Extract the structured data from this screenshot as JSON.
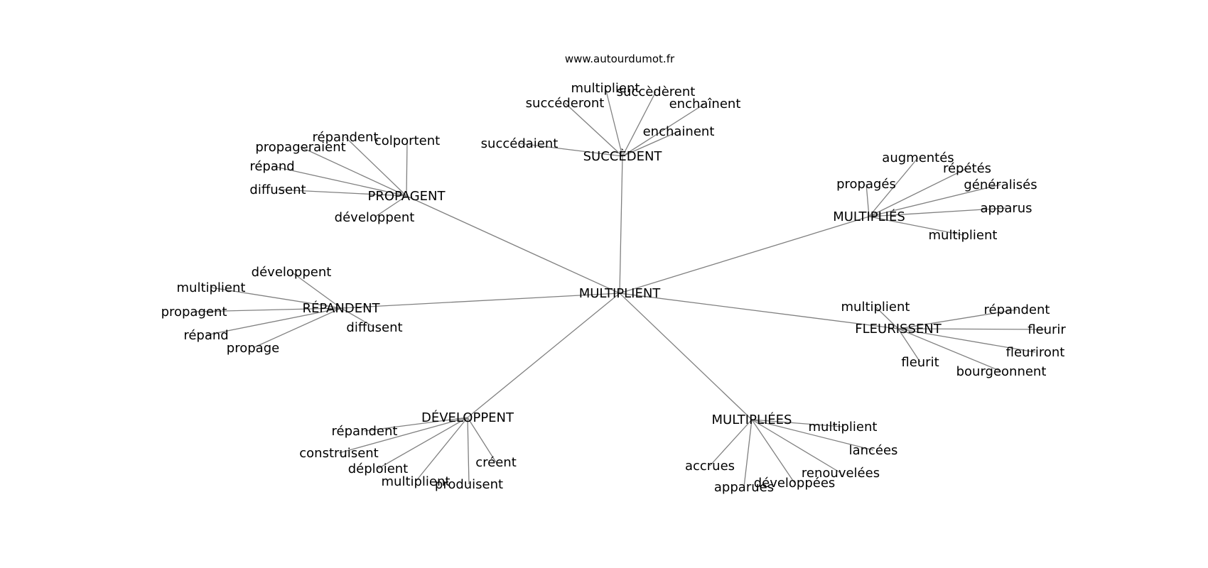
{
  "source": "www.autourdumot.fr",
  "center": "MULTIPLIENT",
  "hubs": [
    {
      "label": "SUCCÈDENT",
      "leaves": [
        "multiplient",
        "succèdèrent",
        "succéderont",
        "enchaînent",
        "succédaient",
        "enchainent"
      ]
    },
    {
      "label": "PROPAGENT",
      "leaves": [
        "répandent",
        "colportent",
        "propageraient",
        "répand",
        "diffusent",
        "développent"
      ]
    },
    {
      "label": "MULTIPLIÉS",
      "leaves": [
        "augmentés",
        "répétés",
        "propagés",
        "généralisés",
        "apparus",
        "multiplient"
      ]
    },
    {
      "label": "RÉPANDENT",
      "leaves": [
        "développent",
        "multiplient",
        "propagent",
        "diffusent",
        "répand",
        "propage"
      ]
    },
    {
      "label": "FLEURISSENT",
      "leaves": [
        "multiplient",
        "répandent",
        "fleurir",
        "fleuriront",
        "fleurit",
        "bourgeonnent"
      ]
    },
    {
      "label": "DÉVELOPPENT",
      "leaves": [
        "répandent",
        "construisent",
        "déploient",
        "créent",
        "multiplient",
        "produisent"
      ]
    },
    {
      "label": "MULTIPLIÉES",
      "leaves": [
        "multiplient",
        "lancées",
        "renouvelées",
        "accrues",
        "développées",
        "apparues"
      ]
    }
  ]
}
